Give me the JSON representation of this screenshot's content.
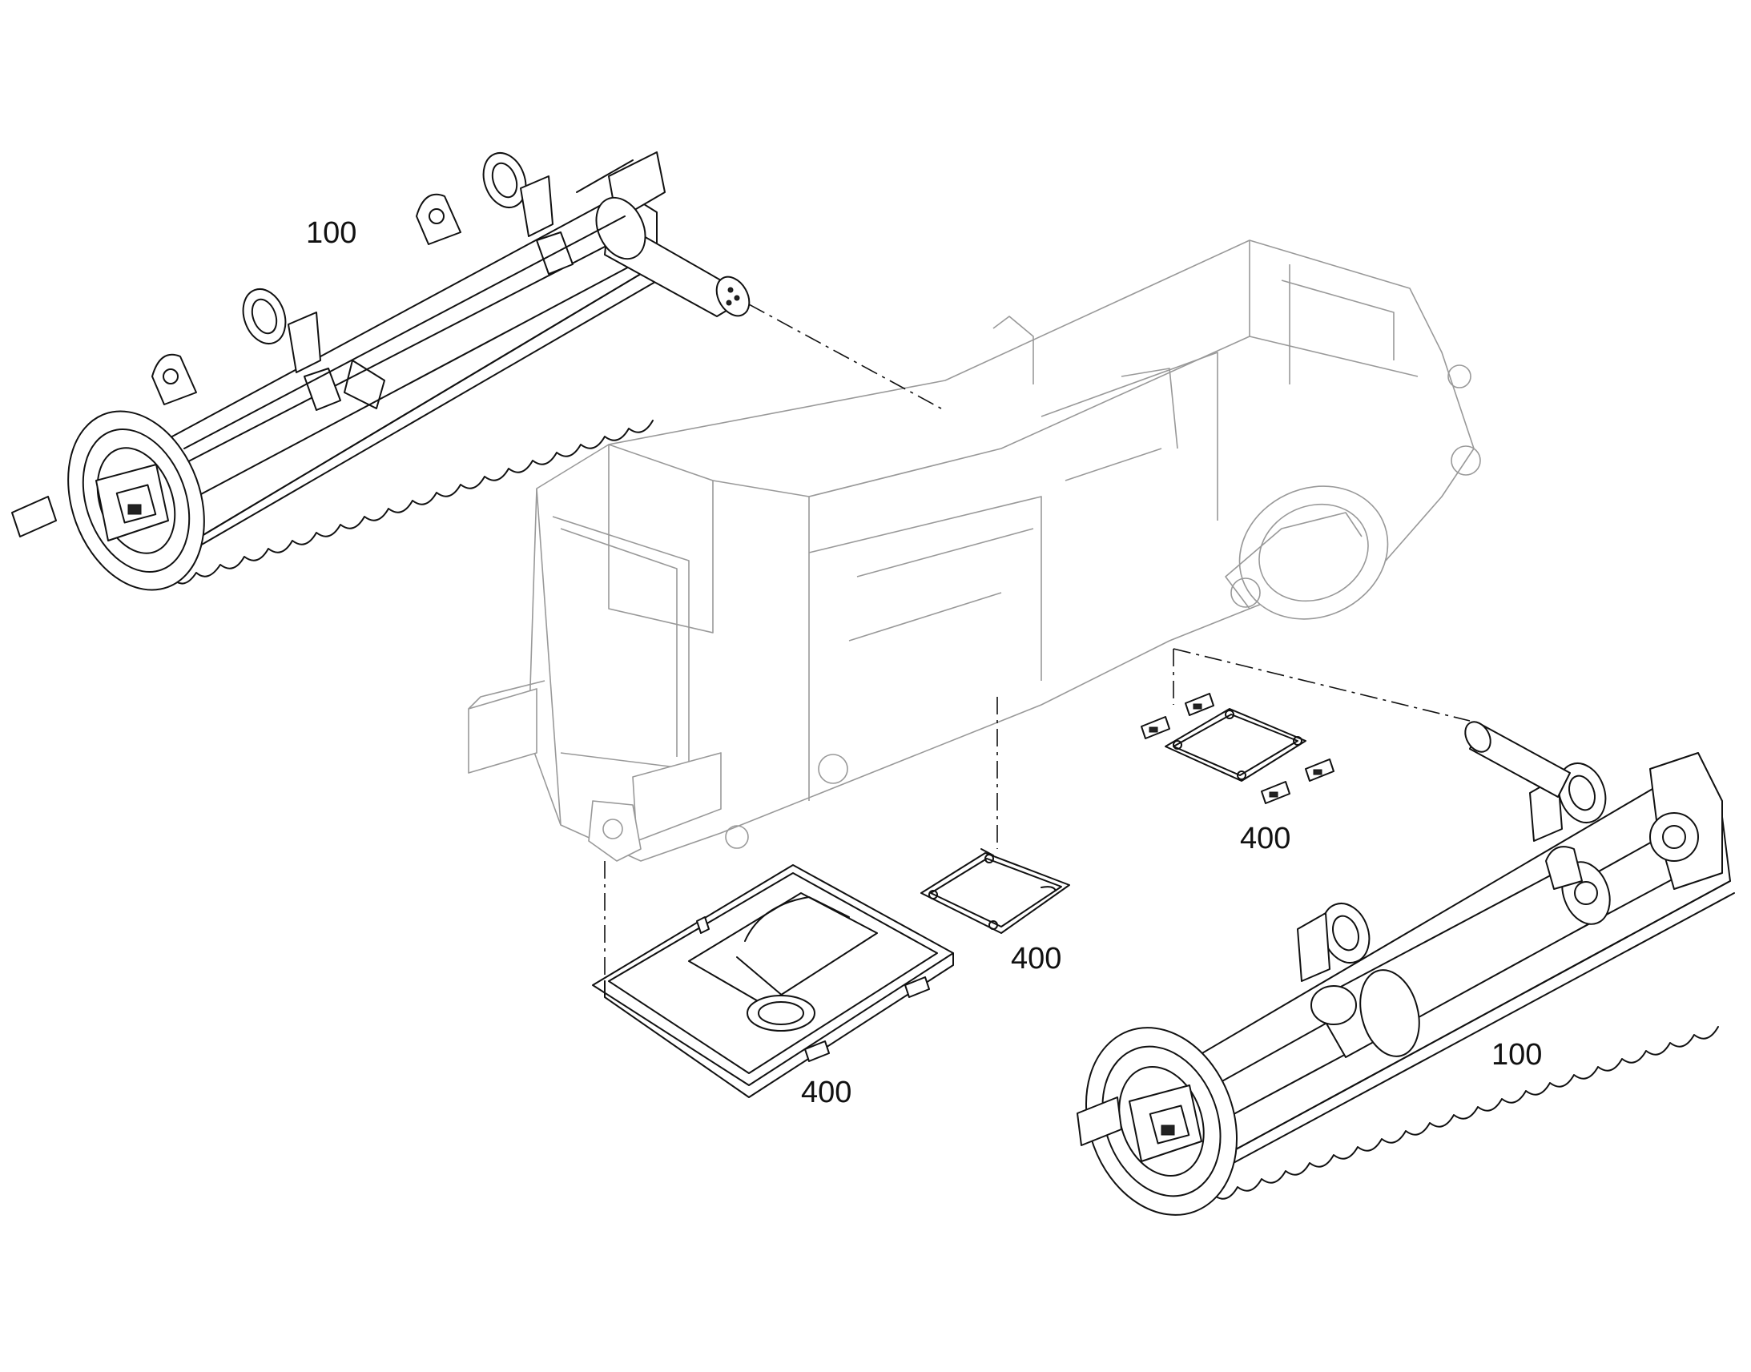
{
  "callouts": [
    {
      "id": "track-upper-left",
      "label": "100"
    },
    {
      "id": "track-lower-right",
      "label": "100"
    },
    {
      "id": "cover-right",
      "label": "400"
    },
    {
      "id": "cover-center",
      "label": "400"
    },
    {
      "id": "cover-bottom",
      "label": "400"
    }
  ],
  "colors": {
    "line": "#111111",
    "frame": "#999999",
    "background": "#ffffff"
  }
}
